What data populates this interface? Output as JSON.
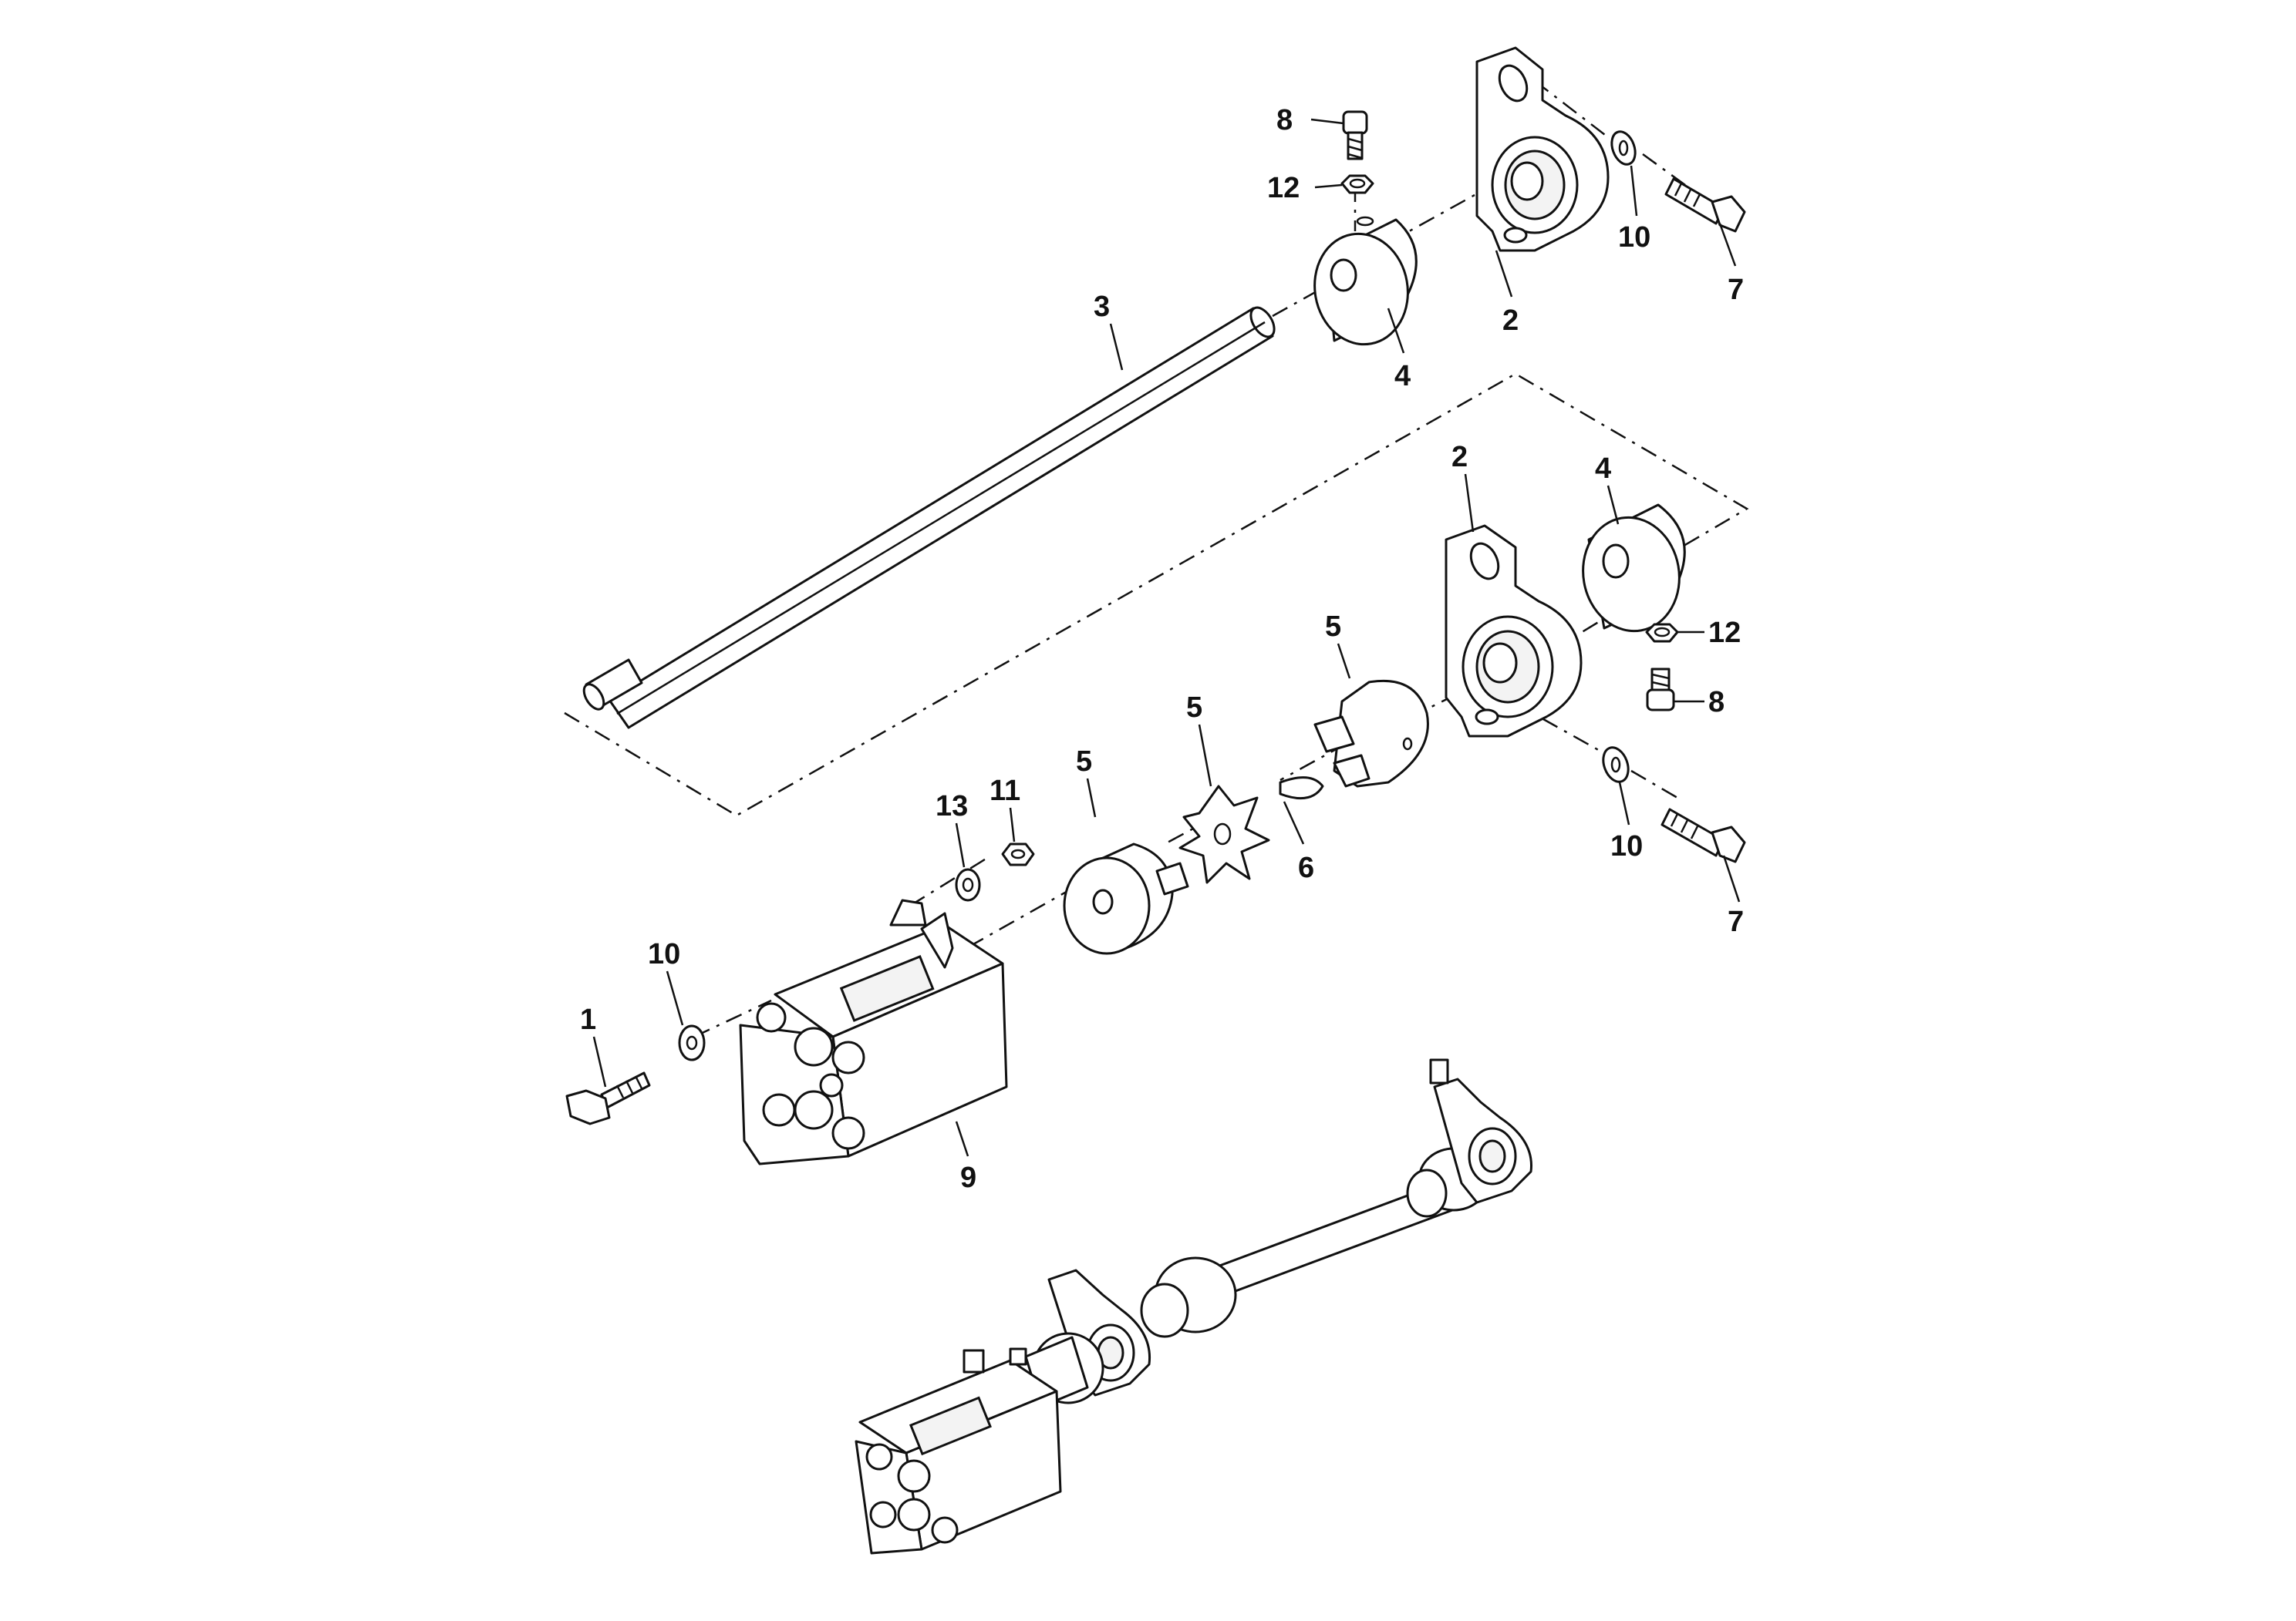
{
  "figure": {
    "callouts": [
      {
        "key": "c8a",
        "label": "8"
      },
      {
        "key": "c12a",
        "label": "12"
      },
      {
        "key": "c10a",
        "label": "10"
      },
      {
        "key": "c7a",
        "label": "7"
      },
      {
        "key": "c2a",
        "label": "2"
      },
      {
        "key": "c3",
        "label": "3"
      },
      {
        "key": "c4a",
        "label": "4"
      },
      {
        "key": "c2b",
        "label": "2"
      },
      {
        "key": "c4b",
        "label": "4"
      },
      {
        "key": "c5a",
        "label": "5"
      },
      {
        "key": "c5b",
        "label": "5"
      },
      {
        "key": "c5c",
        "label": "5"
      },
      {
        "key": "c12b",
        "label": "12"
      },
      {
        "key": "c8b",
        "label": "8"
      },
      {
        "key": "c11",
        "label": "11"
      },
      {
        "key": "c13",
        "label": "13"
      },
      {
        "key": "c6",
        "label": "6"
      },
      {
        "key": "c10b",
        "label": "10"
      },
      {
        "key": "c7b",
        "label": "7"
      },
      {
        "key": "c10c",
        "label": "10"
      },
      {
        "key": "c1",
        "label": "1"
      },
      {
        "key": "c9",
        "label": "9"
      }
    ]
  }
}
